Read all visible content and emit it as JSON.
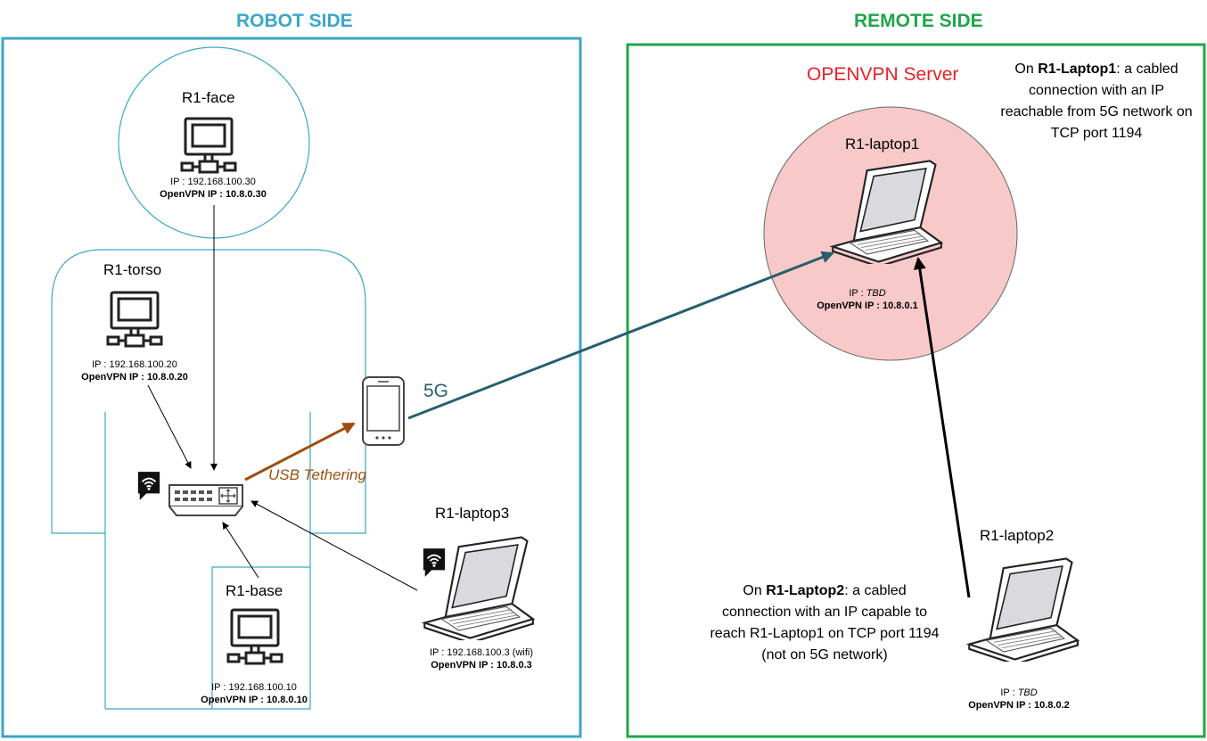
{
  "robot_side": {
    "title": "ROBOT SIDE",
    "color": "#3aa7c9",
    "nodes": {
      "face": {
        "name": "R1-face",
        "ip_label": "IP : ",
        "ip": "192.168.100.30",
        "vpn_label": "OpenVPN IP : ",
        "vpn_ip": "10.8.0.30"
      },
      "torso": {
        "name": "R1-torso",
        "ip_label": "IP : ",
        "ip": "192.168.100.20",
        "vpn_label": "OpenVPN IP : ",
        "vpn_ip": "10.8.0.20"
      },
      "base": {
        "name": "R1-base",
        "ip_label": "IP : ",
        "ip": "192.168.100.10",
        "vpn_label": "OpenVPN IP : ",
        "vpn_ip": "10.8.0.10"
      },
      "laptop3": {
        "name": "R1-laptop3",
        "ip_label": "IP : ",
        "ip": "192.168.100.3",
        "ip_suffix": " (wifi)",
        "vpn_label": "OpenVPN IP : ",
        "vpn_ip": "10.8.0.3"
      }
    },
    "usb_label": "USB Tethering",
    "usb_color": "#9c4f0e",
    "link_5g_label": "5G",
    "link_5g_color": "#265e6e"
  },
  "remote_side": {
    "title": "REMOTE SIDE",
    "color": "#1fa54b",
    "server_label": "OPENVPN Server",
    "server_label_color": "#e8202a",
    "server_fill": "#f8c9c9",
    "nodes": {
      "laptop1": {
        "name": "R1-laptop1",
        "ip_label": "IP : ",
        "ip": "TBD",
        "vpn_label": "OpenVPN IP : ",
        "vpn_ip": "10.8.0.1"
      },
      "laptop2": {
        "name": "R1-laptop2",
        "ip_label": "IP : ",
        "ip": "TBD",
        "vpn_label": "OpenVPN IP : ",
        "vpn_ip": "10.8.0.2"
      }
    },
    "note_laptop1": {
      "prefix": "On ",
      "bold": "R1-Laptop1",
      "text": ": a cabled connection with an IP reachable from 5G network on TCP port 1194"
    },
    "note_laptop2": {
      "prefix": "On ",
      "bold": "R1-Laptop2",
      "text": ": a cabled connection with an IP capable to reach R1-Laptop1 on TCP port 1194 (not on 5G network)"
    }
  },
  "icons": [
    "desktop-computer-icon",
    "laptop-icon",
    "router-switch-icon",
    "smartphone-icon",
    "wifi-badge-icon"
  ]
}
